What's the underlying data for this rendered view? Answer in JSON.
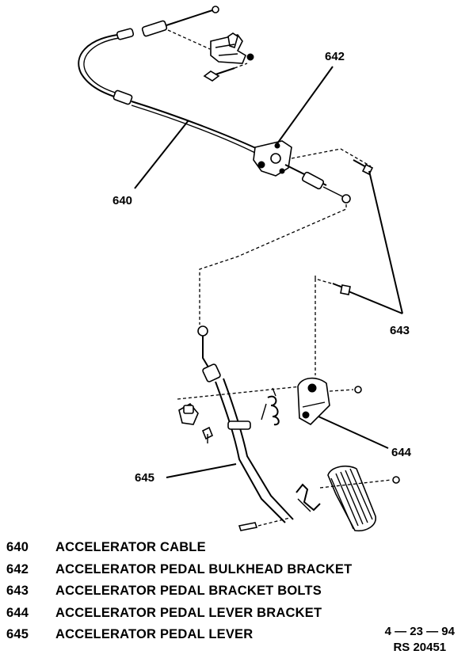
{
  "callouts": {
    "c640": "640",
    "c642": "642",
    "c643": "643",
    "c644": "644",
    "c645": "645"
  },
  "legend": [
    {
      "number": "640",
      "description": "ACCELERATOR CABLE"
    },
    {
      "number": "642",
      "description": "ACCELERATOR PEDAL BULKHEAD BRACKET"
    },
    {
      "number": "643",
      "description": "ACCELERATOR PEDAL BRACKET BOLTS"
    },
    {
      "number": "644",
      "description": "ACCELERATOR PEDAL LEVER BRACKET"
    },
    {
      "number": "645",
      "description": "ACCELERATOR PEDAL LEVER"
    }
  ],
  "stamp": {
    "date": "4 — 23 — 94",
    "code": "RS 20451"
  }
}
